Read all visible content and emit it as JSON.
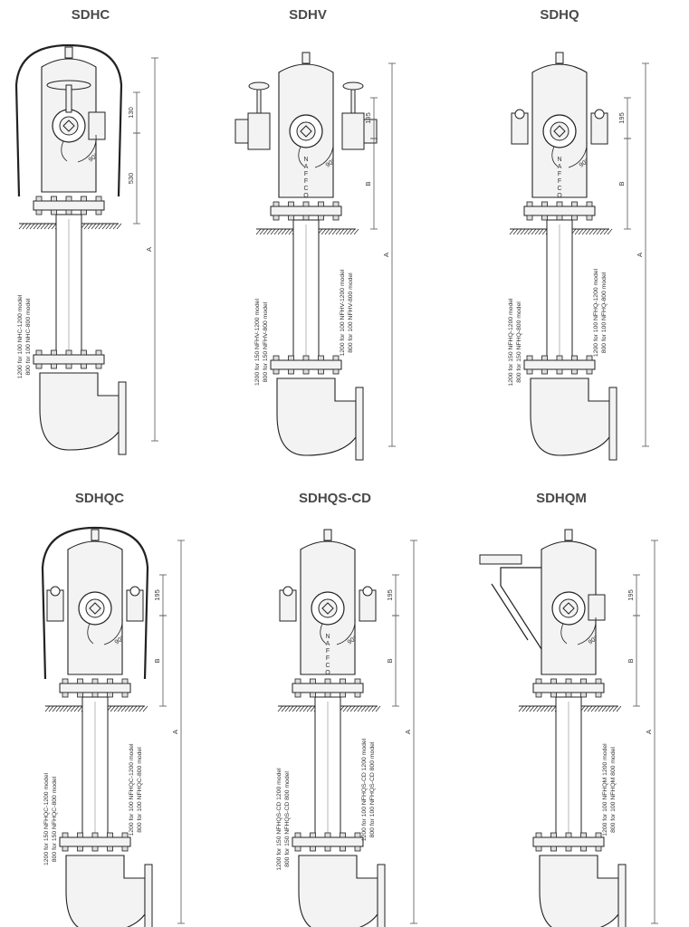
{
  "colors": {
    "line": "#222222",
    "fill": "#f3f3f3",
    "dim": "#555555",
    "title": "#4a4a4a"
  },
  "hydrants": [
    {
      "id": "sdhc",
      "title": "SDHC",
      "variant": "valve-cabinet",
      "dims": {
        "a": "A",
        "top": "130",
        "b": "530"
      },
      "angle": "90°",
      "brand": "",
      "notes": [
        "1200 for 100 NHC-1200 model",
        "800 for 100 NHC-800 model"
      ]
    },
    {
      "id": "sdhv",
      "title": "SDHV",
      "variant": "valves",
      "dims": {
        "a": "A",
        "top": "195",
        "b": "B"
      },
      "angle": "90°",
      "brand": "NAFFCO",
      "notes": [
        "1200 for 150 NFHV-1200 model",
        "800 for 150 NFHV-800 model"
      ],
      "notes2": [
        "1200 for 100 NFHV-1200 model",
        "800 for 100 NFHV-800 model"
      ]
    },
    {
      "id": "sdhq",
      "title": "SDHQ",
      "variant": "couplings",
      "dims": {
        "a": "A",
        "top": "195",
        "b": "B"
      },
      "angle": "90°",
      "brand": "NAFFCO",
      "notes": [
        "1200 for 150 NFHQ-1200 model",
        "800 for 150 NFHQ-800 model"
      ],
      "notes2": [
        "1200 for 100 NFHQ-1200 model",
        "800 for 100 NFHQ-800 model"
      ]
    },
    {
      "id": "sdhqc",
      "title": "SDHQC",
      "variant": "couplings-cabinet",
      "dims": {
        "a": "A",
        "top": "195",
        "b": "B"
      },
      "angle": "90°",
      "brand": "",
      "notes": [
        "1200 for 150 NFHQC-1200 model",
        "800 for 150 NFHQC-800 model"
      ],
      "notes2": [
        "1200 for 100 NFHQC-1200 model",
        "800 for 100 NFHQC-800 model"
      ]
    },
    {
      "id": "sdhqs-cd",
      "title": "SDHQS-CD",
      "variant": "couplings",
      "dims": {
        "a": "A",
        "top": "195",
        "b": "B"
      },
      "angle": "90°",
      "brand": "NAFFCO",
      "notes": [
        "1200 for 150 NFHQS-CD 1200 model",
        "800 for 150 NFHQS-CD 800 model"
      ],
      "notes2": [
        "1200 for 100 NFHQS-CD 1200 model",
        "800 for 100 NFHQS-CD 800 model"
      ]
    },
    {
      "id": "sdhqm",
      "title": "SDHQM",
      "variant": "monitor",
      "dims": {
        "a": "A",
        "top": "195",
        "b": "B"
      },
      "angle": "90°",
      "brand": "",
      "notes": [],
      "notes2": [
        "1200 for 100 NFHQM 1200 model",
        "800 for 100 NFHQM 800 model"
      ]
    }
  ]
}
